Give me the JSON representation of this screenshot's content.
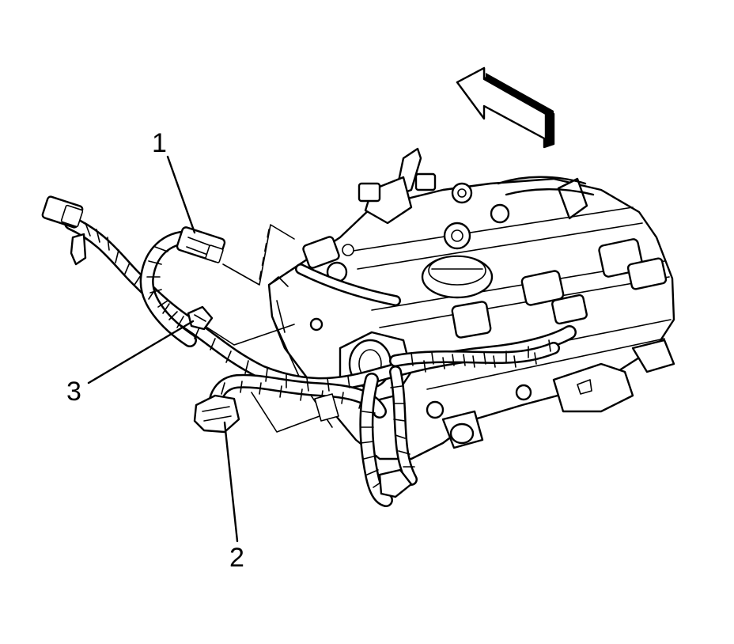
{
  "callouts": [
    {
      "id": "1",
      "label": "1"
    },
    {
      "id": "2",
      "label": "2"
    },
    {
      "id": "3",
      "label": "3"
    }
  ],
  "colors": {
    "ink": "#000000",
    "background": "#ffffff"
  },
  "icons": {
    "direction_arrow": "front-direction-arrow-icon"
  }
}
